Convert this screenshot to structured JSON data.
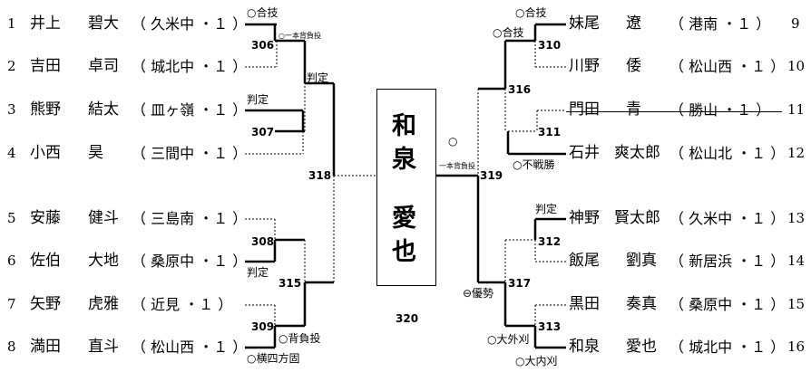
{
  "players_left": [
    {
      "no": "1",
      "last": "井上",
      "first": "碧大",
      "school": "（ 久米中 ・１ ）"
    },
    {
      "no": "2",
      "last": "吉田",
      "first": "卓司",
      "school": "（ 城北中 ・１ ）"
    },
    {
      "no": "3",
      "last": "熊野",
      "first": "結太",
      "school": "（ 皿ヶ嶺 ・１ ）"
    },
    {
      "no": "4",
      "last": "小西",
      "first": "昊",
      "school": "（ 三間中 ・１ ）"
    },
    {
      "no": "5",
      "last": "安藤",
      "first": "健斗",
      "school": "（ 三島南 ・１ ）"
    },
    {
      "no": "6",
      "last": "佐伯",
      "first": "大地",
      "school": "（ 桑原中 ・１ ）"
    },
    {
      "no": "7",
      "last": "矢野",
      "first": "虎雅",
      "school": "（  近見  ・１ ）"
    },
    {
      "no": "8",
      "last": "満田",
      "first": "直斗",
      "school": "（ 松山西 ・１ ）"
    }
  ],
  "players_right": [
    {
      "no": "9",
      "last": "妹尾",
      "first": "遼",
      "school": "（  港南  ・１ ）"
    },
    {
      "no": "10",
      "last": "川野",
      "first": "倭",
      "school": "（ 松山西 ・１ ）"
    },
    {
      "no": "11",
      "last": "門田",
      "first": "青",
      "school": "（  勝山  ・１ ）"
    },
    {
      "no": "12",
      "last": "石井",
      "first": "爽太郎",
      "school": "（ 松山北 ・１ ）"
    },
    {
      "no": "13",
      "last": "神野",
      "first": "賢太郎",
      "school": "（ 久米中 ・１ ）"
    },
    {
      "no": "14",
      "last": "飯尾",
      "first": "劉真",
      "school": "（ 新居浜 ・１ ）"
    },
    {
      "no": "15",
      "last": "黒田",
      "first": "奏真",
      "school": "（ 桑原中 ・１ ）"
    },
    {
      "no": "16",
      "last": "和泉",
      "first": "愛也",
      "school": "（ 城北中 ・１ ）"
    }
  ],
  "matches": {
    "m306": "306",
    "m307": "307",
    "m308": "308",
    "m309": "309",
    "m310": "310",
    "m311": "311",
    "m312": "312",
    "m313": "313",
    "m315": "315",
    "m316": "316",
    "m317": "317",
    "m318": "318",
    "m319": "319",
    "m320": "320"
  },
  "results": {
    "r1": "○合技",
    "r306": "○一本背負投",
    "r3": "判定",
    "r306up": "判定",
    "r6": "判定",
    "r8a": "○背負投",
    "r8b": "○横四方固",
    "r9": "○合技",
    "r310": "○合技",
    "r12": "○不戦勝",
    "r13": "判定",
    "r317": "⊖優勢",
    "r15": "○大外刈",
    "r16": "○大内刈",
    "r319a": "○",
    "r319b": "一本背負投"
  },
  "champion": {
    "chars": [
      "和",
      "泉",
      "愛",
      "也"
    ]
  }
}
